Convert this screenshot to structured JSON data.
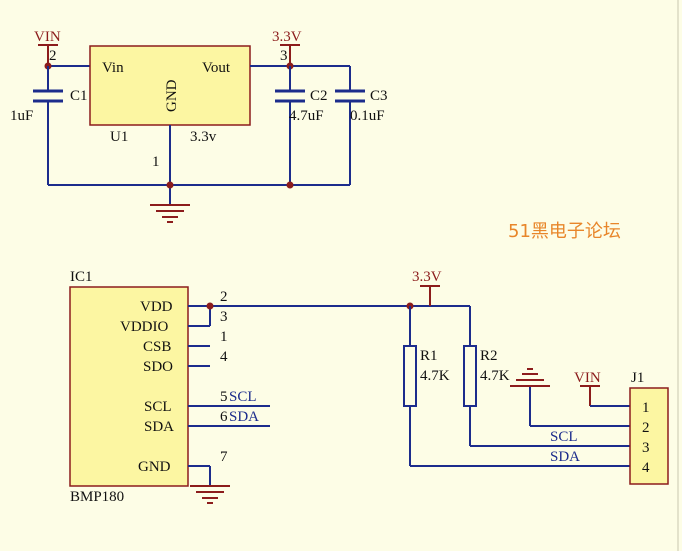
{
  "regulator": {
    "vin_rail": "VIN",
    "pin_vin_num": "2",
    "pin_vin": "Vin",
    "pin_vout": "Vout",
    "pin_vout_num": "3",
    "pin_gnd": "GND",
    "pin_gnd_num": "1",
    "ref": "U1",
    "value": "3.3v",
    "out_rail": "3.3V"
  },
  "capacitors": [
    {
      "ref": "C1",
      "value": "1uF"
    },
    {
      "ref": "C2",
      "value": "4.7uF"
    },
    {
      "ref": "C3",
      "value": "0.1uF"
    }
  ],
  "brand": "51黑电子论坛",
  "sensor": {
    "ref": "IC1",
    "part": "BMP180",
    "pins": [
      {
        "name": "VDD",
        "num": "2"
      },
      {
        "name": "VDDIO",
        "num": "3"
      },
      {
        "name": "CSB",
        "num": "1"
      },
      {
        "name": "SDO",
        "num": "4"
      },
      {
        "name": "SCL",
        "num": "5",
        "net": "SCL"
      },
      {
        "name": "SDA",
        "num": "6",
        "net": "SDA"
      },
      {
        "name": "GND",
        "num": "7"
      }
    ]
  },
  "pullups": {
    "rail": "3.3V",
    "resistors": [
      {
        "ref": "R1",
        "value": "4.7K"
      },
      {
        "ref": "R2",
        "value": "4.7K"
      }
    ]
  },
  "connector": {
    "ref": "J1",
    "vin_rail": "VIN",
    "pins": [
      "1",
      "2",
      "3",
      "4"
    ],
    "nets": {
      "scl": "SCL",
      "sda": "SDA"
    }
  }
}
